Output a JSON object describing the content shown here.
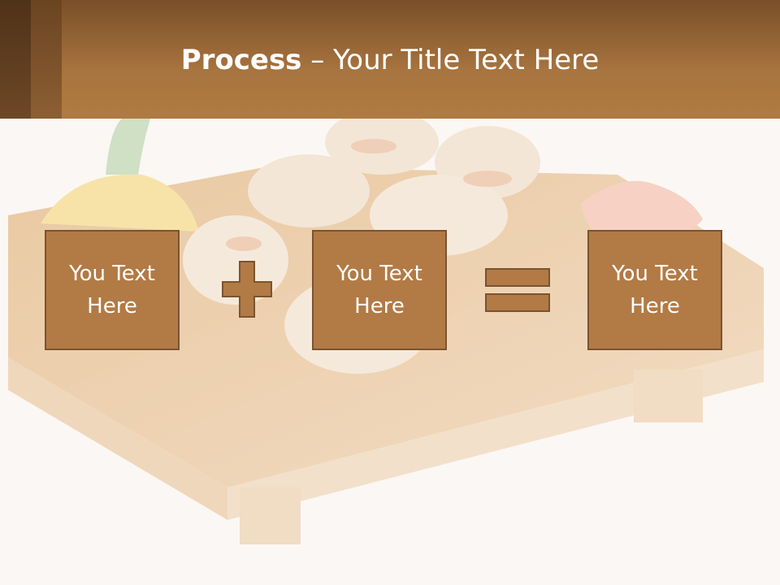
{
  "title": {
    "bold": "Process",
    "rest": " – Your Title Text Here"
  },
  "boxes": [
    {
      "label": "You Text\nHere"
    },
    {
      "label": "You Text\nHere"
    },
    {
      "label": "You Text\nHere"
    }
  ],
  "operators": [
    "plus-icon",
    "equals-icon"
  ],
  "colors": {
    "header": "#a8743f",
    "box_fill": "#b27a45",
    "box_border": "#7a5430",
    "background": "#fbf7f4"
  }
}
